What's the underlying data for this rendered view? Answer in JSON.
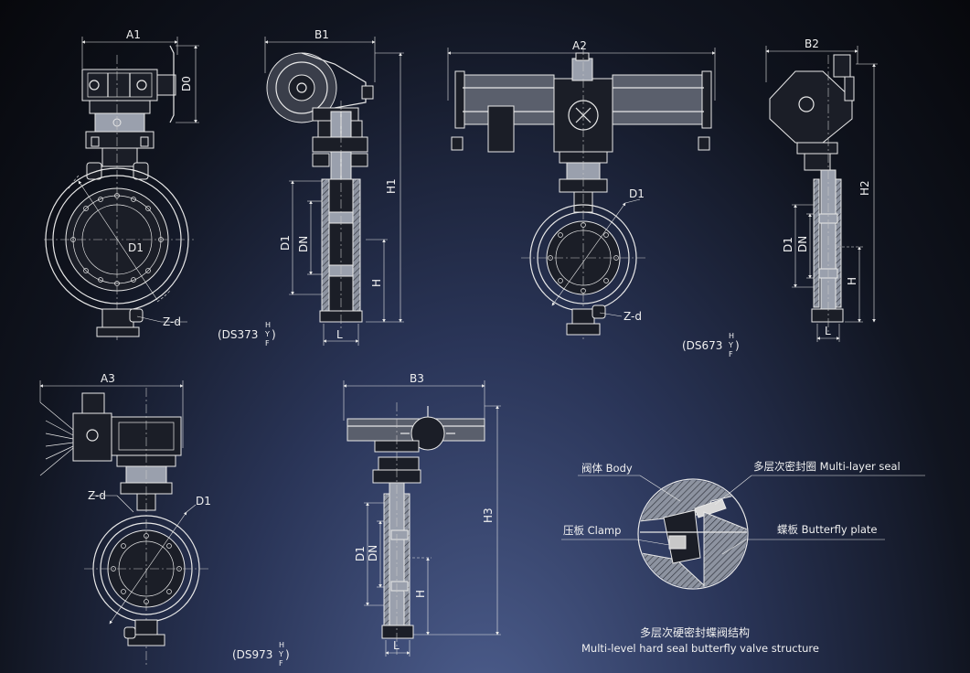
{
  "labels": {
    "a1": "A1",
    "d0": "D0",
    "b1": "B1",
    "h1": "H1",
    "a2": "A2",
    "b2": "B2",
    "h2": "H2",
    "a3": "A3",
    "b3": "B3",
    "h3": "H3",
    "d1": "D1",
    "dn": "DN",
    "h": "H",
    "l": "L",
    "zd": "Z-d"
  },
  "models": {
    "ds373": {
      "prefix": "(DS373",
      "close": ")",
      "sup": "H",
      "mid": "Y",
      "sub": "F"
    },
    "ds673": {
      "prefix": "(DS673",
      "close": ")",
      "sup": "H",
      "mid": "Y",
      "sub": "F"
    },
    "ds973": {
      "prefix": "(DS973",
      "close": ")",
      "sup": "H",
      "mid": "Y",
      "sub": "F"
    }
  },
  "callouts": {
    "body": "阀体 Body",
    "seal": "多层次密封圈 Multi-layer seal",
    "clamp": "压板 Clamp",
    "plate": "蝶板 Butterfly plate"
  },
  "caption": {
    "cn": "多层次硬密封蝶阀结构",
    "en": "Multi-level hard seal butterfly valve structure"
  }
}
